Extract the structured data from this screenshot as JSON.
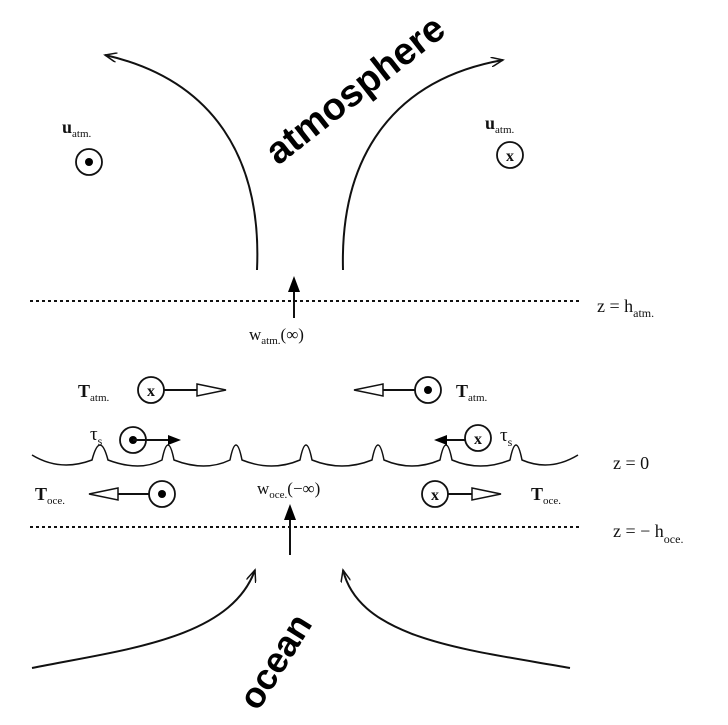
{
  "labels": {
    "atmosphere": "atmosphere",
    "ocean": "ocean",
    "z_h_atm": {
      "base": "z = h",
      "sub": "atm."
    },
    "z_zero": "z = 0",
    "z_minus_h_oce": {
      "base": "z = − h",
      "sub": "oce."
    },
    "u_atm_left": {
      "base": "u",
      "sub": "atm."
    },
    "u_atm_right": {
      "base": "u",
      "sub": "atm."
    },
    "w_atm": {
      "base": "w",
      "sub": "atm.",
      "arg": "(∞)"
    },
    "w_oce": {
      "base": "w",
      "sub": "oce.",
      "arg": "(−∞)"
    },
    "T_atm_left": {
      "base": "T",
      "sub": "atm."
    },
    "T_atm_right": {
      "base": "T",
      "sub": "atm."
    },
    "tau_left": {
      "base": "τ",
      "sub": "s"
    },
    "tau_right": {
      "base": "τ",
      "sub": "s"
    },
    "T_oce_left": {
      "base": "T",
      "sub": "oce."
    },
    "T_oce_right": {
      "base": "T",
      "sub": "oce."
    }
  },
  "symbols": {
    "out_of_page": "⊙",
    "into_page": "x"
  }
}
